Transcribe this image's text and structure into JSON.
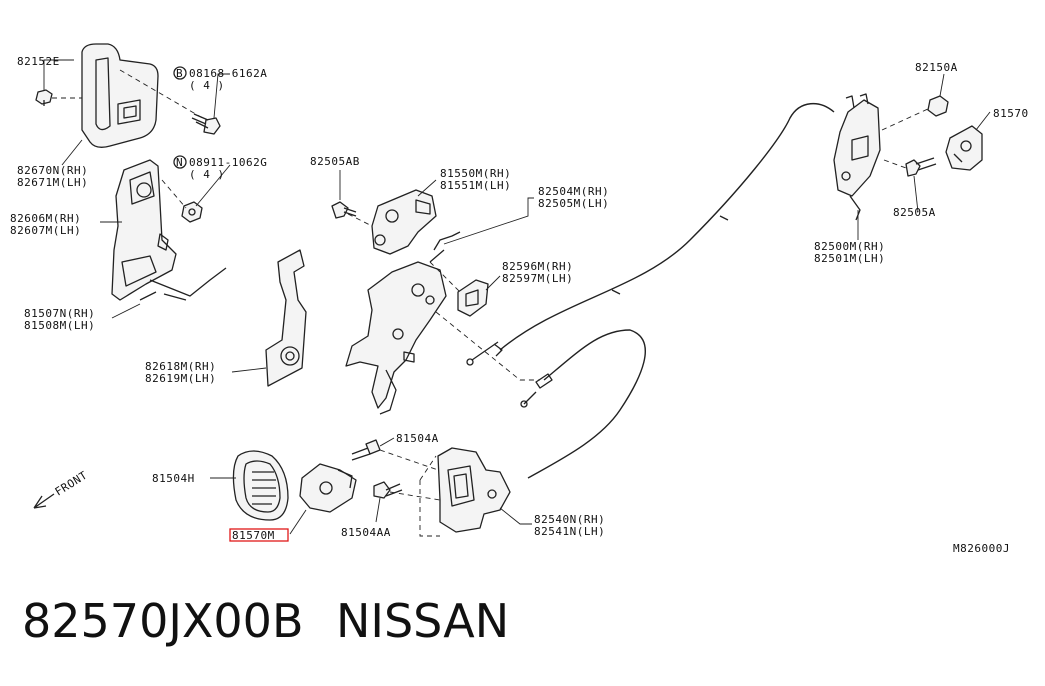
{
  "diagram": {
    "code": "M826000J",
    "direction": "FRONT",
    "callouts": {
      "c82152E": "82152E",
      "cB": "B",
      "c08168": "08168-6162A",
      "q4a": "( 4 )",
      "cN": "N",
      "c08911": "08911-1062G",
      "q4b": "( 4 )",
      "c82670N": "82670N(RH)",
      "c82671M": "82671M(LH)",
      "c82606M": "82606M(RH)",
      "c82607M": "82607M(LH)",
      "c81507N": "81507N(RH)",
      "c81508M": "81508M(LH)",
      "c82618M": "82618M(RH)",
      "c82619M": "82619M(LH)",
      "c82505AB": "82505AB",
      "c81550M": "81550M(RH)",
      "c81551M": "81551M(LH)",
      "c82504M": "82504M(RH)",
      "c82505M": "82505M(LH)",
      "c82596M": "82596M(RH)",
      "c82597M": "82597M(LH)",
      "c82150A": "82150A",
      "c81570": "81570",
      "c82505A": "82505A",
      "c82500M": "82500M(RH)",
      "c82501M": "82501M(LH)",
      "c81504A": "81504A",
      "c81504H": "81504H",
      "c81570M": "81570M",
      "c81504AA": "81504AA",
      "c82540N": "82540N(RH)",
      "c82541N": "82541N(LH)"
    }
  },
  "footer": {
    "part_number": "82570JX00B",
    "brand": "NISSAN"
  },
  "colors": {
    "highlight": "#e01818",
    "ink": "#111111",
    "background": "#ffffff"
  }
}
